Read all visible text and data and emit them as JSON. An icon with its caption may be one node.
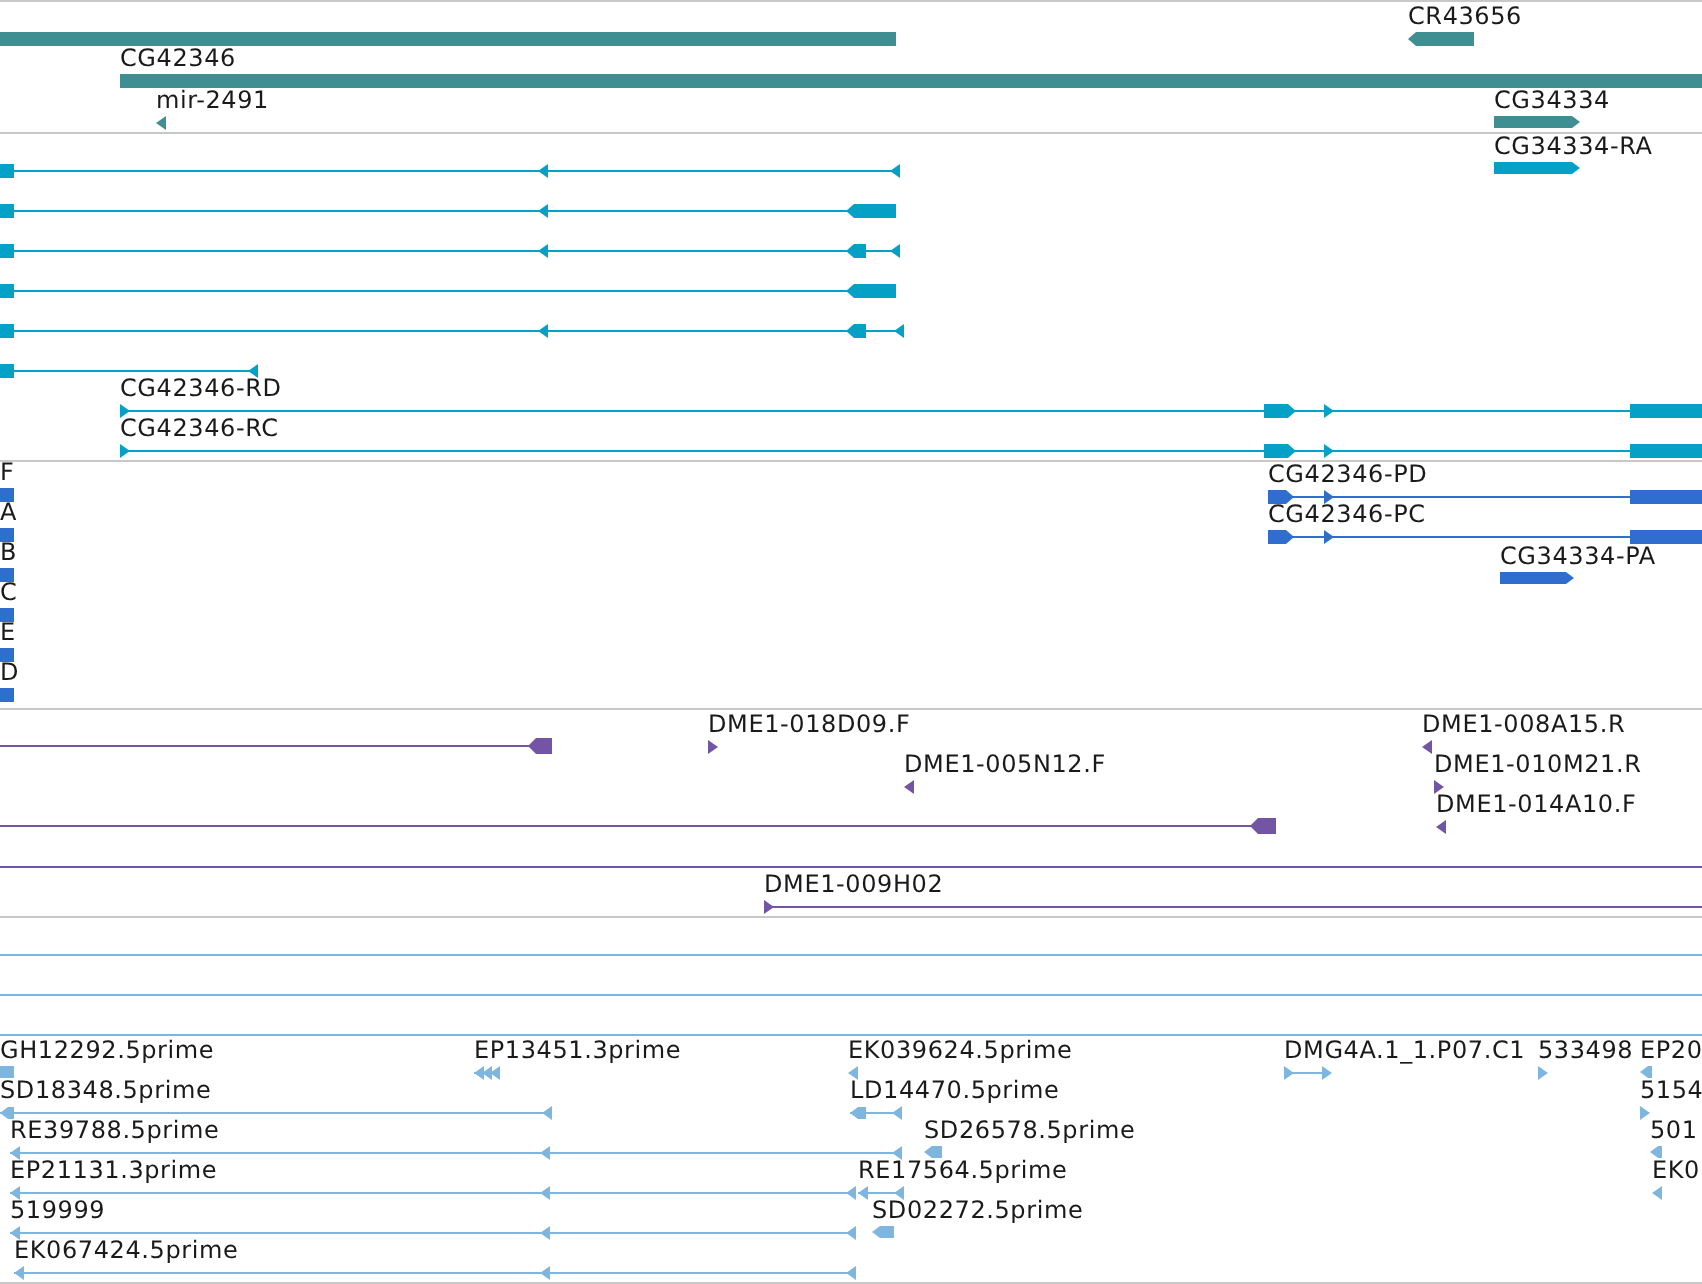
{
  "diagram": {
    "nodes": [
      {
        "text": [],
        "shape": "bar"
      },
      {
        "text": [
          "CR43656"
        ]
      },
      {
        "text": [
          "CG42346"
        ]
      },
      {
        "text": [
          "mir-2491"
        ]
      },
      {
        "text": [
          "CG34334"
        ]
      },
      {
        "text": [],
        "shape": "line"
      },
      {
        "text": [
          "CG34334-RA"
        ]
      },
      {
        "text": [],
        "shape": "line"
      },
      {
        "text": [],
        "shape": "line"
      },
      {
        "text": [],
        "shape": "line"
      },
      {
        "text": [],
        "shape": "line"
      },
      {
        "text": [],
        "shape": "line"
      },
      {
        "text": [
          "CG42346-RD"
        ]
      },
      {
        "text": [
          "CG42346-RC"
        ]
      },
      {
        "text": [
          "F"
        ]
      },
      {
        "text": [
          "CG42346-PD"
        ]
      },
      {
        "text": [
          "A"
        ]
      },
      {
        "text": [
          "CG42346-PC"
        ]
      },
      {
        "text": [
          "B"
        ]
      },
      {
        "text": [
          "CG34334-PA"
        ]
      },
      {
        "text": [
          "C"
        ]
      },
      {
        "text": [
          "E"
        ]
      },
      {
        "text": [
          "D"
        ]
      },
      {
        "text": [],
        "shape": "line"
      },
      {
        "text": [
          "DME1-018D09.F"
        ]
      },
      {
        "text": [
          "DME1-008A15.R"
        ]
      },
      {
        "text": [
          "DME1-005N12.F"
        ]
      },
      {
        "text": [
          "DME1-010M21.R"
        ]
      },
      {
        "text": [],
        "shape": "line"
      },
      {
        "text": [
          "DME1-014A10.F"
        ]
      },
      {
        "text": [],
        "shape": "line"
      },
      {
        "text": [
          "DME1-009H02"
        ]
      },
      {
        "text": [],
        "shape": "line"
      },
      {
        "text": [],
        "shape": "line"
      },
      {
        "text": [],
        "shape": "line"
      },
      {
        "text": [
          "GH12292.5prime"
        ]
      },
      {
        "text": [
          "EP13451.3prime"
        ]
      },
      {
        "text": [
          "EK039624.5prime"
        ]
      },
      {
        "text": [
          "DMG4A.1_1.P07.C1"
        ]
      },
      {
        "text": [
          "533498"
        ]
      },
      {
        "text": [
          "EP20"
        ]
      },
      {
        "text": [
          "SD18348.5prime"
        ]
      },
      {
        "text": [
          "LD14470.5prime"
        ]
      },
      {
        "text": [
          "5154"
        ]
      },
      {
        "text": [
          "RE39788.5prime"
        ]
      },
      {
        "text": [
          "SD26578.5prime"
        ]
      },
      {
        "text": [
          "501"
        ]
      },
      {
        "text": [
          "EP21131.3prime"
        ]
      },
      {
        "text": [
          "RE17564.5prime"
        ]
      },
      {
        "text": [
          "EK0"
        ]
      },
      {
        "text": [
          "519999"
        ]
      },
      {
        "text": [
          "SD02272.5prime"
        ]
      },
      {
        "text": [
          "EK067424.5prime"
        ]
      }
    ]
  }
}
